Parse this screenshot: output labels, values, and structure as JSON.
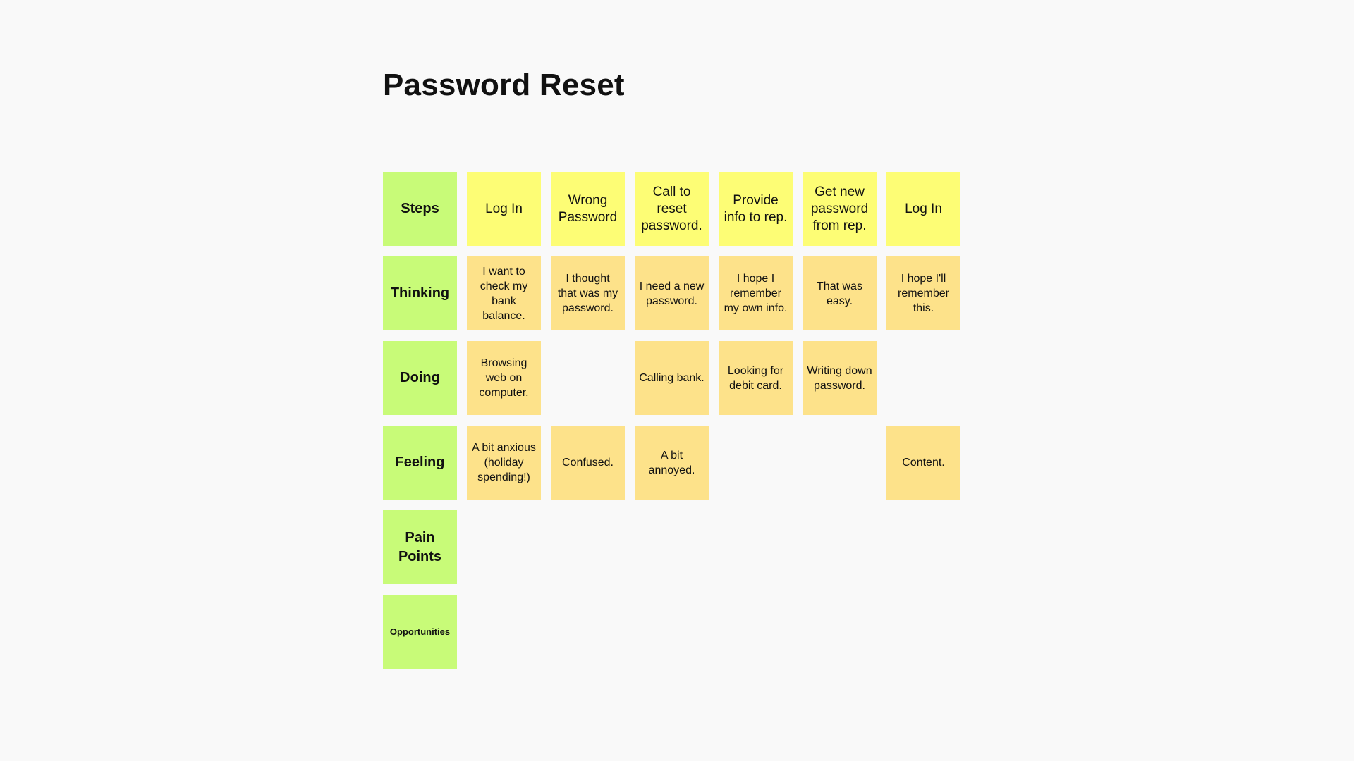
{
  "title": "Password Reset",
  "colors": {
    "background": "#f9f9f9",
    "row_label_note": "#c8fb78",
    "step_note": "#fdfd75",
    "cell_note": "#fde28a"
  },
  "journey_map": {
    "rows": [
      {
        "label": "Steps",
        "cells": [
          "Log In",
          "Wrong Password",
          "Call to reset password.",
          "Provide info to rep.",
          "Get new password from rep.",
          "Log In"
        ]
      },
      {
        "label": "Thinking",
        "cells": [
          "I want to check my bank balance.",
          "I thought that was my password.",
          "I need a new password.",
          "I hope I remember my own info.",
          "That was easy.",
          "I hope I'll remember this."
        ]
      },
      {
        "label": "Doing",
        "cells": [
          "Browsing web on computer.",
          "",
          "Calling bank.",
          "Looking for debit card.",
          "Writing down password.",
          ""
        ]
      },
      {
        "label": "Feeling",
        "cells": [
          "A bit anxious (holiday spending!)",
          "Confused.",
          "A bit annoyed.",
          "",
          "",
          "Content."
        ]
      },
      {
        "label": "Pain Points",
        "cells": [
          "",
          "",
          "",
          "",
          "",
          ""
        ]
      },
      {
        "label": "Opportunities",
        "cells": [
          "",
          "",
          "",
          "",
          "",
          ""
        ]
      }
    ]
  }
}
